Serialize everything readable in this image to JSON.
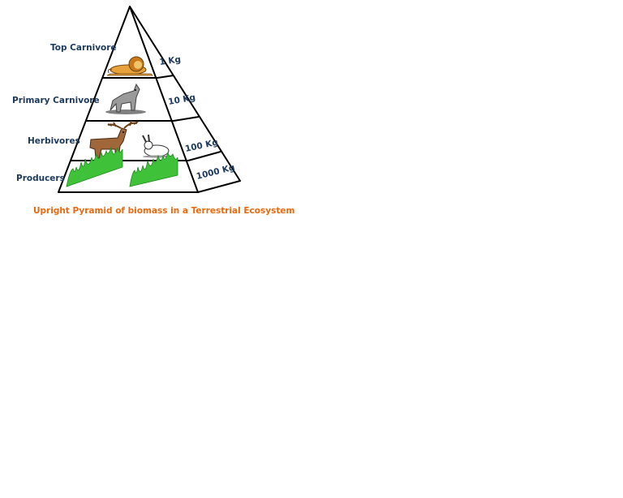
{
  "diagram": {
    "caption": "Upright Pyramid of biomass in a Terrestrial Ecosystem",
    "levels": [
      {
        "name": "Top Carnivore",
        "biomass": "1 Kg",
        "organisms": [
          "lion-icon"
        ]
      },
      {
        "name": "Primary Carnivore",
        "biomass": "10 Kg",
        "organisms": [
          "wolf-icon"
        ]
      },
      {
        "name": "Herbivores",
        "biomass": "100 Kg",
        "organisms": [
          "deer-icon",
          "rabbit-icon"
        ]
      },
      {
        "name": "Producers",
        "biomass": "1000 Kg",
        "organisms": [
          "grass-icon"
        ]
      }
    ],
    "colors": {
      "caption": "#e86a10",
      "labels": "#1d3a5c",
      "grass": "#3fc23a",
      "deer": "#a0683a",
      "lion": "#e8a23a"
    }
  }
}
